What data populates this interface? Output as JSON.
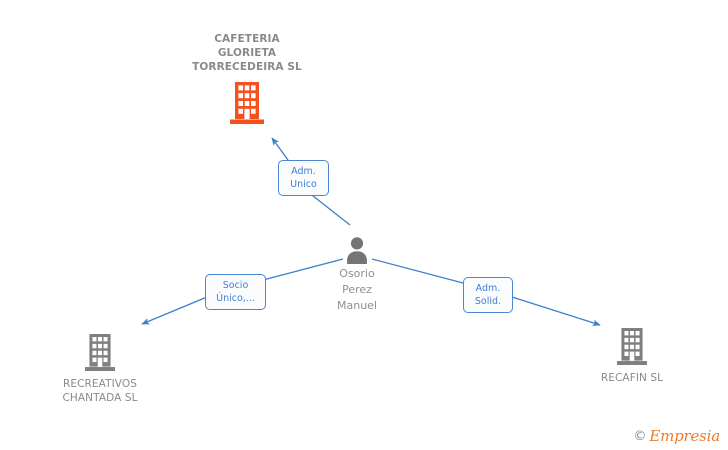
{
  "diagram": {
    "background_color": "#ffffff",
    "edge_color": "#3f7fcf",
    "company_root_color": "#f4511e",
    "company_color": "#808080",
    "person_color": "#757575",
    "label_text_color": "#3f7fcf",
    "title_text_color": "#8a8a8a"
  },
  "root_company": {
    "name_lines": [
      "CAFETERIA",
      "GLORIETA",
      "TORRECEDEIRA SL"
    ],
    "icon": "building-icon"
  },
  "person": {
    "name_lines": [
      "Osorio",
      "Perez",
      "Manuel"
    ],
    "icon": "person-icon"
  },
  "companies": [
    {
      "id": "recreativos-chantada",
      "name_lines": [
        "RECREATIVOS",
        "CHANTADA SL"
      ],
      "icon": "building-icon"
    },
    {
      "id": "recafin",
      "name_lines": [
        "RECAFIN SL"
      ],
      "icon": "building-icon"
    }
  ],
  "relations": [
    {
      "id": "adm-unico",
      "lines": [
        "Adm.",
        "Unico"
      ],
      "from": "person",
      "to": "root_company"
    },
    {
      "id": "socio-unico",
      "lines": [
        "Socio",
        "Único,..."
      ],
      "from": "person",
      "to": "recreativos-chantada"
    },
    {
      "id": "adm-solid",
      "lines": [
        "Adm.",
        "Solid."
      ],
      "from": "person",
      "to": "recafin"
    }
  ],
  "watermark": {
    "copyright_symbol": "©",
    "brand": "Empresia"
  }
}
